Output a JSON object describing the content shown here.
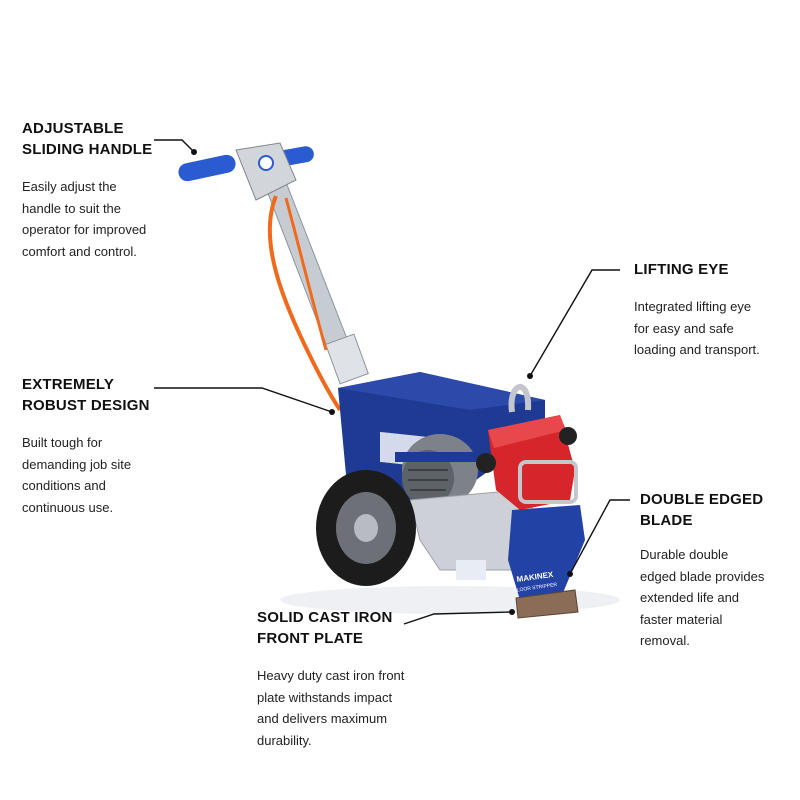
{
  "callouts": {
    "handle": {
      "title_line1": "ADJUSTABLE",
      "title_line2": "SLIDING HANDLE",
      "desc_lines": [
        "Easily adjust the",
        "handle to suit the",
        "operator for improved",
        "comfort and control."
      ]
    },
    "lifting_eye": {
      "title_line1": "LIFTING EYE",
      "desc_lines": [
        "Integrated lifting eye",
        "for easy and safe",
        "loading and transport."
      ]
    },
    "robust": {
      "title_line1": "EXTREMELY",
      "title_line2": "ROBUST DESIGN",
      "desc_lines": [
        "Built tough for",
        "demanding job site",
        "conditions and",
        "continuous use."
      ]
    },
    "blade": {
      "title_line1": "DOUBLE EDGED",
      "title_line2": "BLADE",
      "desc_lines": [
        "Durable double",
        "edged blade provides",
        "extended life and",
        "faster material",
        "removal."
      ]
    },
    "front_plate": {
      "title_line1": "SOLID CAST IRON",
      "title_line2": "FRONT PLATE",
      "desc_lines": [
        "Heavy duty cast iron front",
        "plate withstands impact",
        "and delivers maximum",
        "durability."
      ]
    }
  },
  "colors": {
    "body_blue": "#1f3a93",
    "handle_grip": "#2a5bd1",
    "red_guard": "#d6262b",
    "cable": "#f06a1e",
    "steel": "#c9cdd3",
    "tire": "#1c1c1c",
    "leader": "#111111"
  },
  "brand_logo": "MAKINEX",
  "machine_plate": "FLOOR STRIPPER"
}
